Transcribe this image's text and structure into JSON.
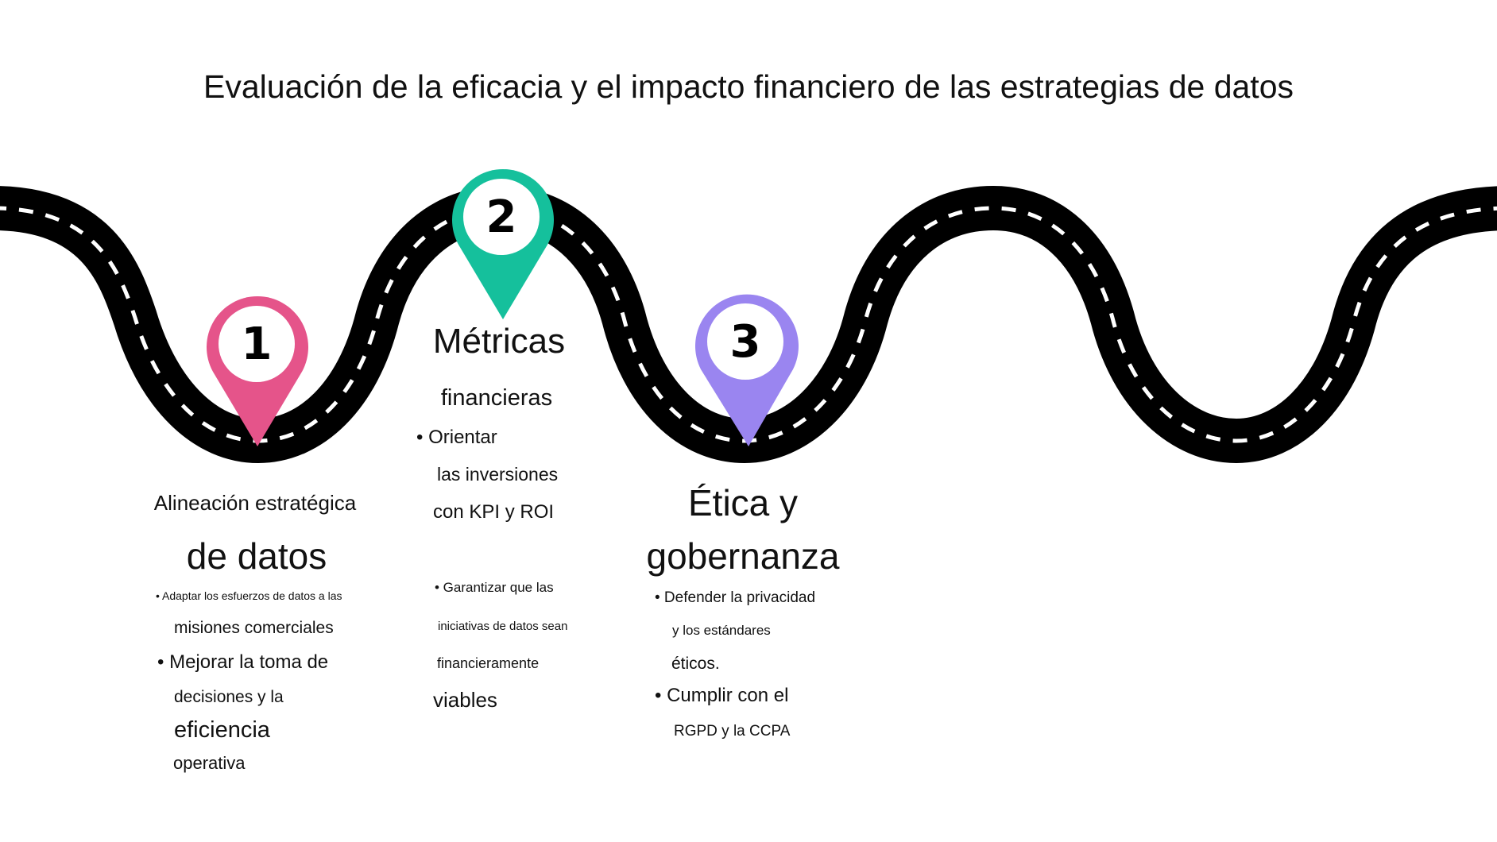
{
  "title": "Evaluación de la eficacia y el impacto financiero de las estrategias de datos",
  "colors": {
    "road": "#000000",
    "pin1": "#e5548a",
    "pin2": "#15c09c",
    "pin3": "#9a85f0"
  },
  "steps": [
    {
      "number": "1",
      "heading": [
        "Alineación estratégica",
        "de datos"
      ],
      "lines": [
        "• Adaptar los esfuerzos de datos a las",
        "misiones comerciales",
        "• Mejorar la toma de",
        "decisiones y la",
        "eficiencia",
        "operativa"
      ]
    },
    {
      "number": "2",
      "heading": [
        "Métricas",
        "financieras"
      ],
      "lines": [
        "• Orientar",
        "las inversiones",
        "con KPI y ROI",
        "• Garantizar que las",
        "iniciativas de datos sean",
        "financieramente",
        "viables"
      ]
    },
    {
      "number": "3",
      "heading": [
        "Ética y",
        "gobernanza"
      ],
      "lines": [
        "• Defender la privacidad",
        "y los estándares",
        "éticos.",
        "• Cumplir con el",
        "RGPD y la CCPA"
      ]
    }
  ]
}
